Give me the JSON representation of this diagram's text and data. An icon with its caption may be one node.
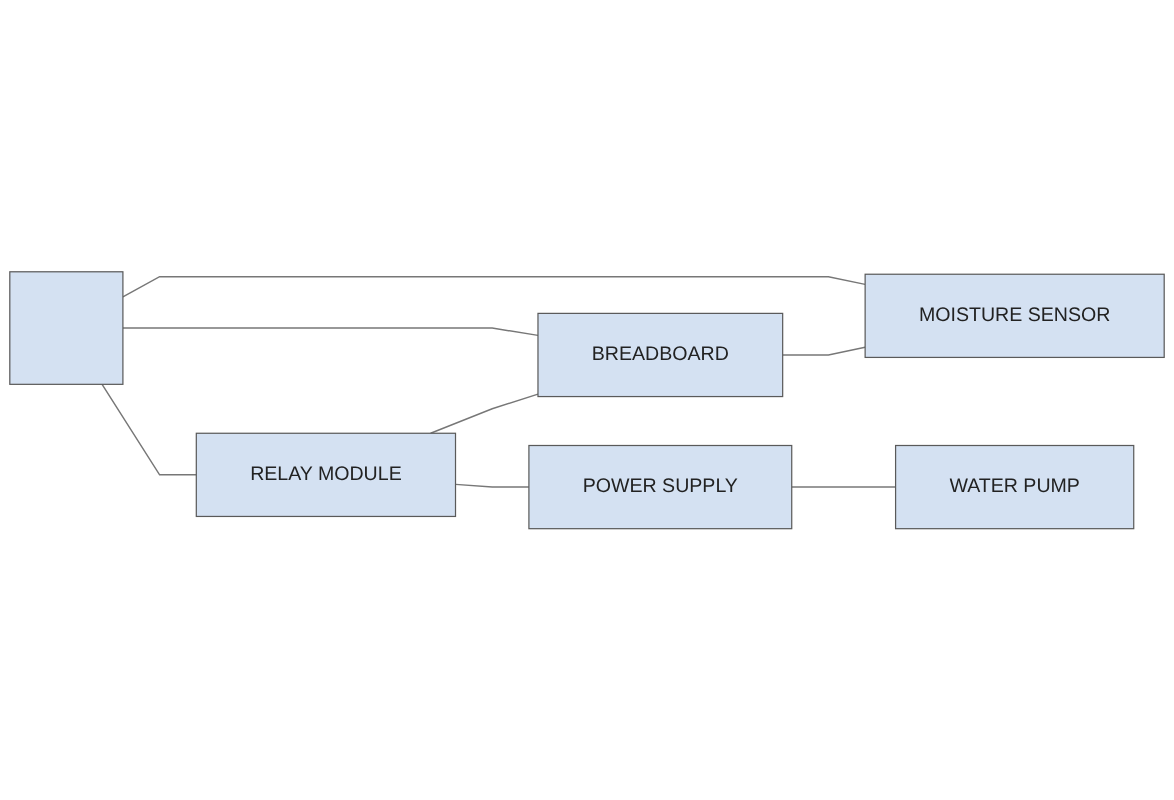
{
  "diagram": {
    "nodes": [
      {
        "text": [],
        "shape": "box"
      },
      {
        "text": [
          "MOISTURE SENSOR"
        ]
      },
      {
        "text": [
          "BREADBOARD"
        ]
      },
      {
        "text": [
          "RELAY MODULE"
        ]
      },
      {
        "text": [
          "WATER PUMP"
        ]
      },
      {
        "text": [
          "POWER SUPPLY"
        ]
      }
    ],
    "edges": [
      {
        "from": 0,
        "to": 1,
        "arrow": "none"
      },
      {
        "from": 0,
        "to": 2,
        "arrow": "none"
      },
      {
        "from": 2,
        "to": 1,
        "arrow": "none"
      },
      {
        "from": 0,
        "to": 3,
        "arrow": "none"
      },
      {
        "from": 3,
        "to": 2,
        "arrow": "none"
      },
      {
        "from": 3,
        "to": 5,
        "arrow": "none"
      },
      {
        "from": 5,
        "to": 4,
        "arrow": "none"
      }
    ]
  }
}
